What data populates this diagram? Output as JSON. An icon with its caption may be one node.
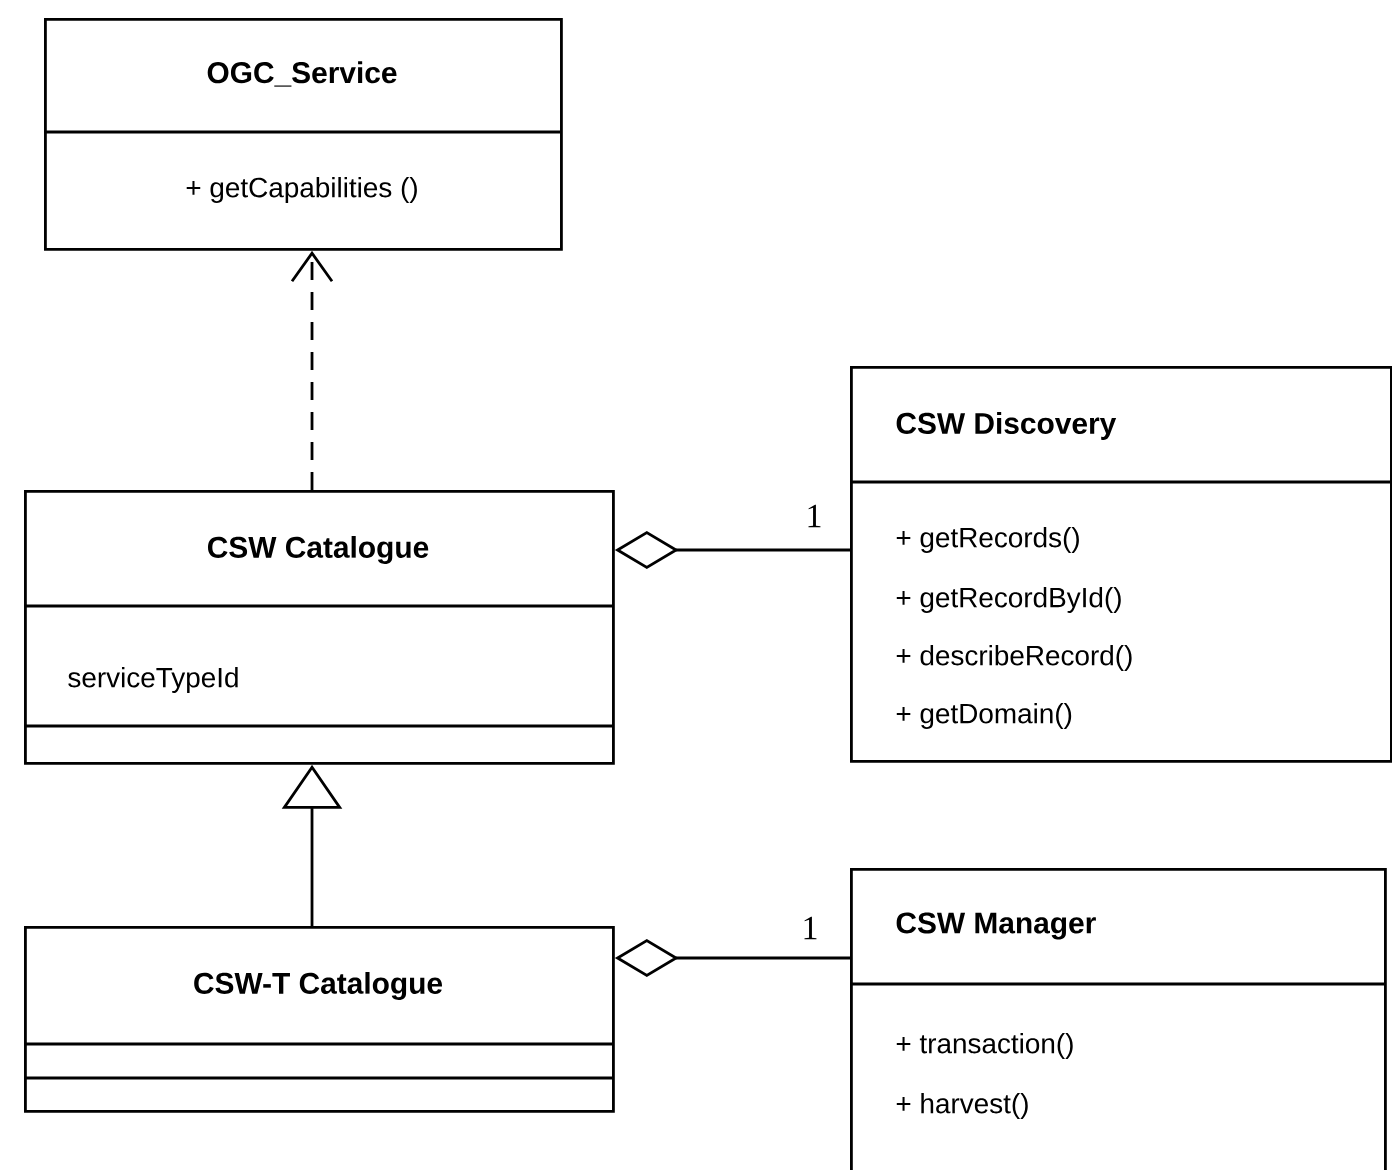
{
  "diagram": {
    "nodes": [
      {
        "text": [
          "OGC_Service",
          "+ getCapabilities ()"
        ]
      },
      {
        "text": [
          "CSW Catalogue",
          "serviceTypeId"
        ]
      },
      {
        "text": [
          "CSW Discovery",
          "+ getRecords()",
          "+ getRecordById()",
          "+ describeRecord()",
          "+ getDomain()"
        ]
      },
      {
        "text": [
          "CSW-T Catalogue"
        ]
      },
      {
        "text": [
          "CSW Manager",
          "+ transaction()",
          "+ harvest()"
        ]
      }
    ],
    "edges": [
      {
        "from": 1,
        "to": 0,
        "arrow": "to",
        "style": "dashed"
      },
      {
        "from": 1,
        "to": 2,
        "arrow": "other",
        "label": "1"
      },
      {
        "from": 3,
        "to": 1,
        "arrow": "to"
      },
      {
        "from": 3,
        "to": 4,
        "arrow": "other",
        "label": "1"
      }
    ]
  }
}
